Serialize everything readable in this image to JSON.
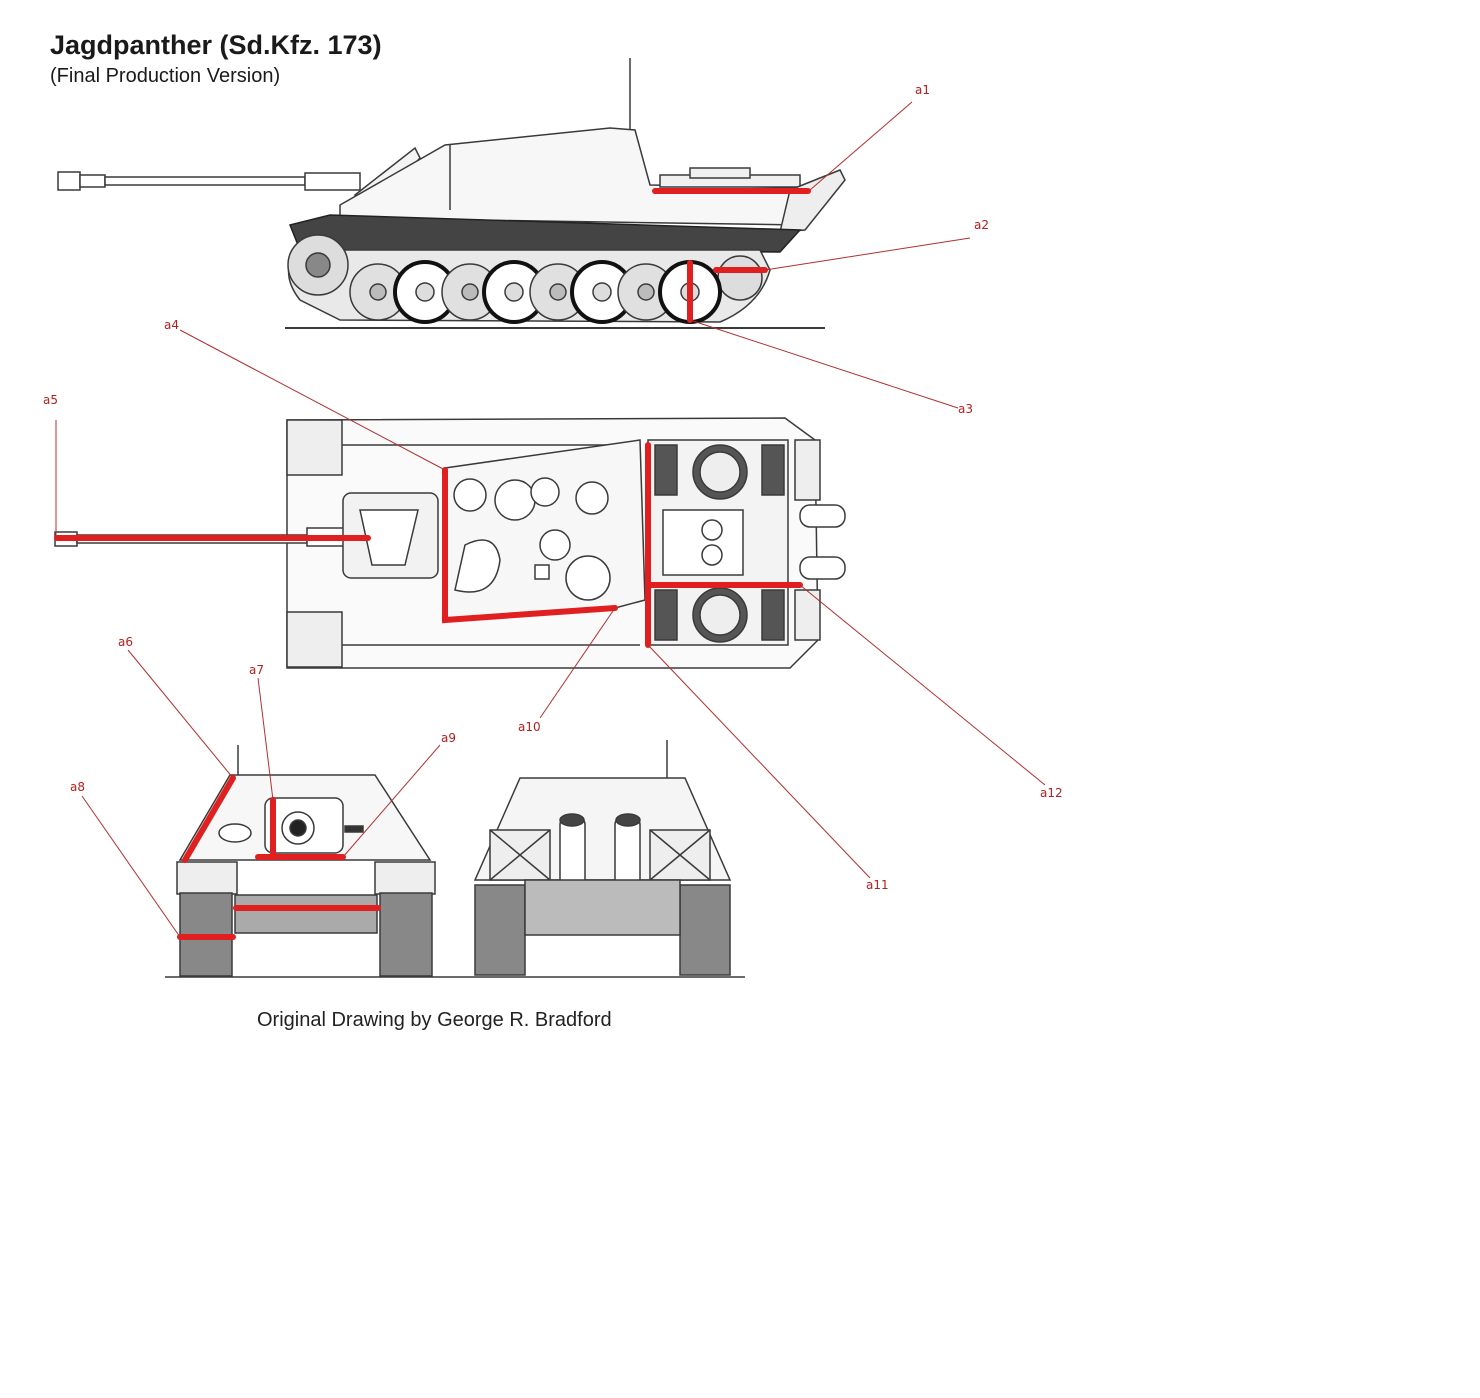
{
  "title": "Jagdpanther (Sd.Kfz. 173)",
  "subtitle": "(Final Production Version)",
  "credit": "Original Drawing by George R. Bradford",
  "colors": {
    "annotation_line": "#e02020",
    "leader_line": "#b03030",
    "label_text": "#b02020",
    "drawing_ink": "#3a3a3a"
  },
  "annotations": [
    {
      "id": "a1",
      "label": "a1"
    },
    {
      "id": "a2",
      "label": "a2"
    },
    {
      "id": "a3",
      "label": "a3"
    },
    {
      "id": "a4",
      "label": "a4"
    },
    {
      "id": "a5",
      "label": "a5"
    },
    {
      "id": "a6",
      "label": "a6"
    },
    {
      "id": "a7",
      "label": "a7"
    },
    {
      "id": "a8",
      "label": "a8"
    },
    {
      "id": "a9",
      "label": "a9"
    },
    {
      "id": "a10",
      "label": "a10"
    },
    {
      "id": "a11",
      "label": "a11"
    },
    {
      "id": "a12",
      "label": "a12"
    }
  ]
}
